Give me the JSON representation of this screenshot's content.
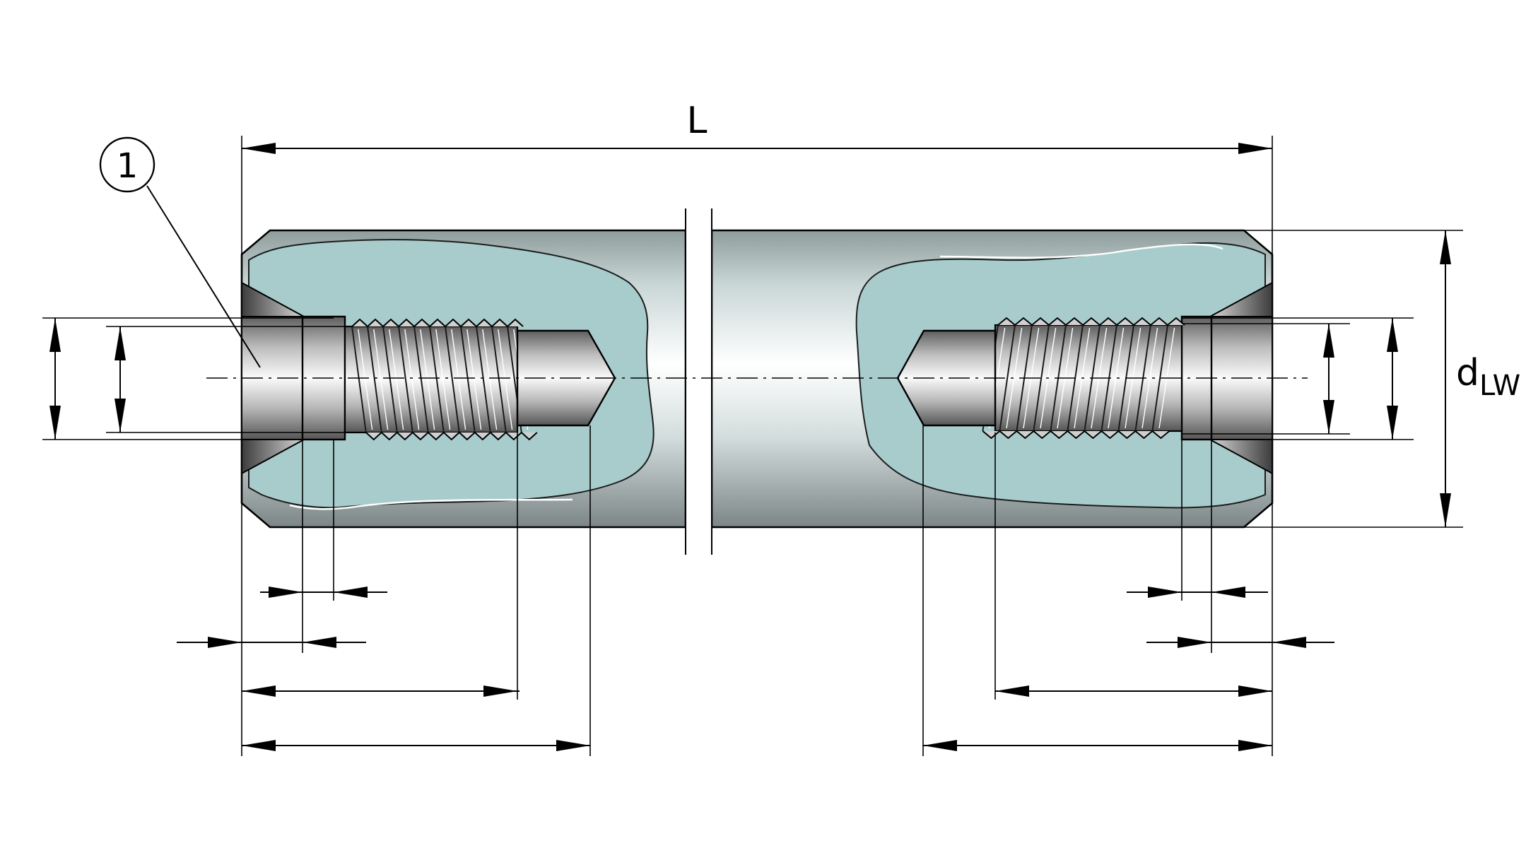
{
  "labels": {
    "length": "L",
    "diameter_main": "d",
    "diameter_sub": "LW",
    "callout_1": "1"
  },
  "colors": {
    "body_cut": "#a8cccc",
    "metal_light": "#f4f4f4",
    "metal_dark": "#6f6f6f",
    "line": "#000000"
  }
}
